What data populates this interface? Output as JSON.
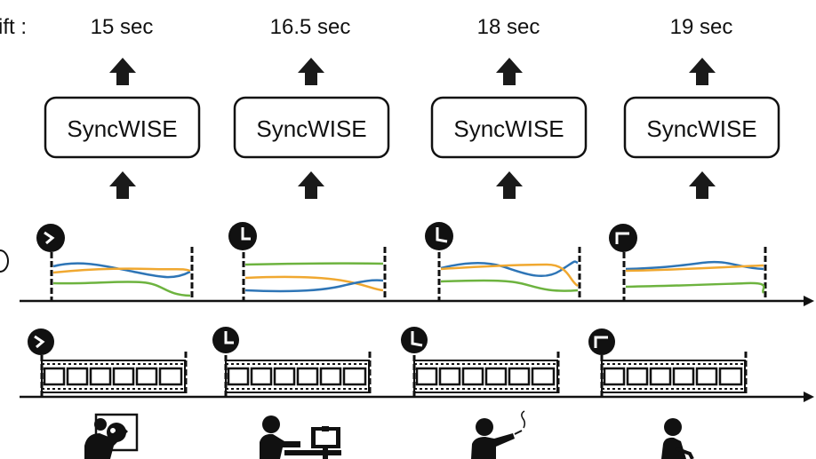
{
  "header": {
    "label_fragment": "ift :"
  },
  "columns": [
    {
      "offset": "15 sec",
      "box_label": "SyncWISE",
      "clock_icon": "clock-1-30-icon",
      "activity_icon": "person-eating-icon"
    },
    {
      "offset": "16.5 sec",
      "box_label": "SyncWISE",
      "clock_icon": "clock-12-15-icon",
      "activity_icon": "person-at-computer-icon"
    },
    {
      "offset": "18 sec",
      "box_label": "SyncWISE",
      "clock_icon": "clock-12-20-icon",
      "activity_icon": "person-smoking-icon"
    },
    {
      "offset": "19 sec",
      "box_label": "SyncWISE",
      "clock_icon": "clock-12-45-icon",
      "activity_icon": "person-sitting-icon"
    }
  ],
  "colors": {
    "signal_blue": "#2e75b6",
    "signal_orange": "#f0a830",
    "signal_green": "#6db33f",
    "ink": "#111111"
  }
}
